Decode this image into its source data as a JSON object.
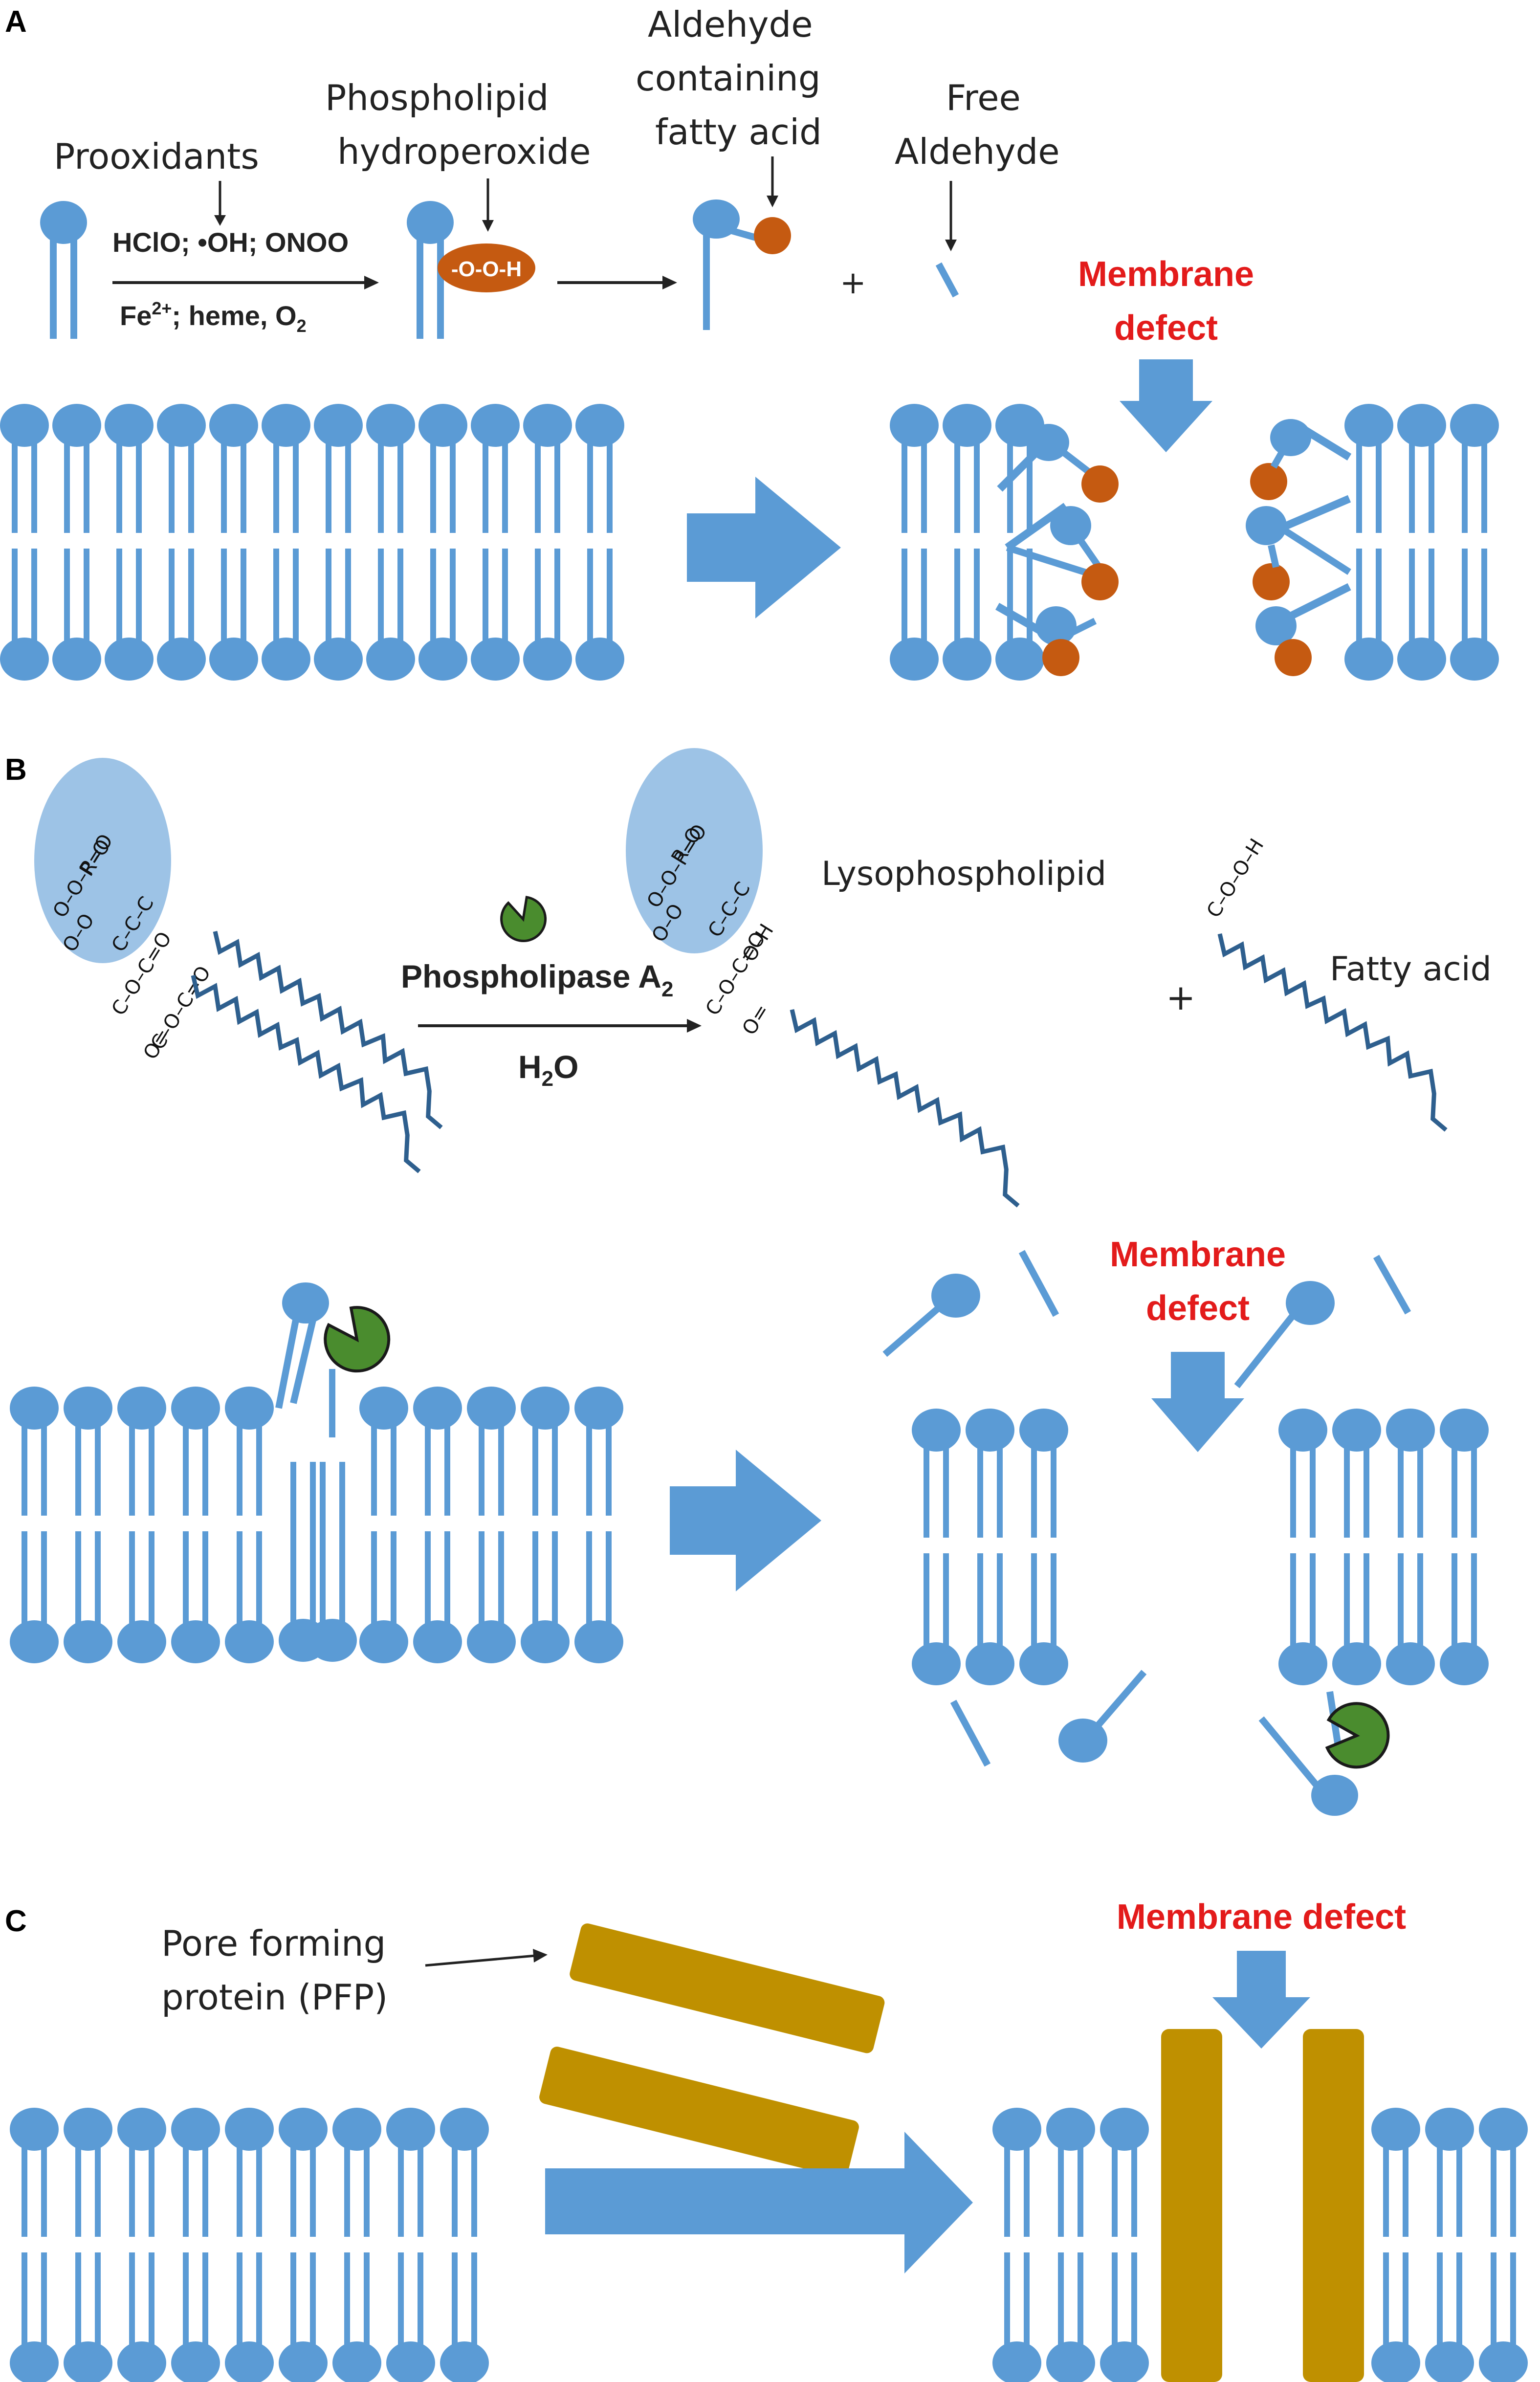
{
  "panels": {
    "a": {
      "letter": "A"
    },
    "b": {
      "letter": "B"
    },
    "c": {
      "letter": "C"
    }
  },
  "panel_a": {
    "prooxidants": "Prooxidants",
    "phospholipid_hydroperoxide": [
      "Phospholipid",
      "hydroperoxide"
    ],
    "aldehyde_containing": [
      "Aldehyde",
      "containing",
      "fatty acid"
    ],
    "free_aldehyde": [
      "Free",
      "Aldehyde"
    ],
    "reagents_top": "HClO; •OH; ONOO",
    "reagents_bottom_fe": "Fe",
    "reagents_bottom_sup": "2+",
    "reagents_bottom_rest": "; heme, O",
    "reagents_bottom_sub": "2",
    "hydroperoxide_group": "-O-O-H",
    "plus": "+",
    "membrane_defect": [
      "Membrane",
      "defect"
    ]
  },
  "panel_b": {
    "enzyme": "Phospholipase A",
    "enzyme_sub": "2",
    "water": "H",
    "water_sub": "2",
    "water_o": "O",
    "lysophospholipid": "Lysophospholipid",
    "fatty_acid": "Fatty acid",
    "plus": "+",
    "membrane_defect": [
      "Membrane",
      "defect"
    ]
  },
  "panel_c": {
    "pfp": [
      "Pore forming",
      "protein (PFP)"
    ],
    "membrane_defect": "Membrane defect"
  },
  "colors": {
    "lipid": "#5b9bd5",
    "lipid_light": "#9dc3e6",
    "chain": "#2e5f8e",
    "aldehyde": "#c55a11",
    "enzyme": "#4a8c2e",
    "pfp": "#bf9000",
    "defect_text": "#e31b1b"
  }
}
